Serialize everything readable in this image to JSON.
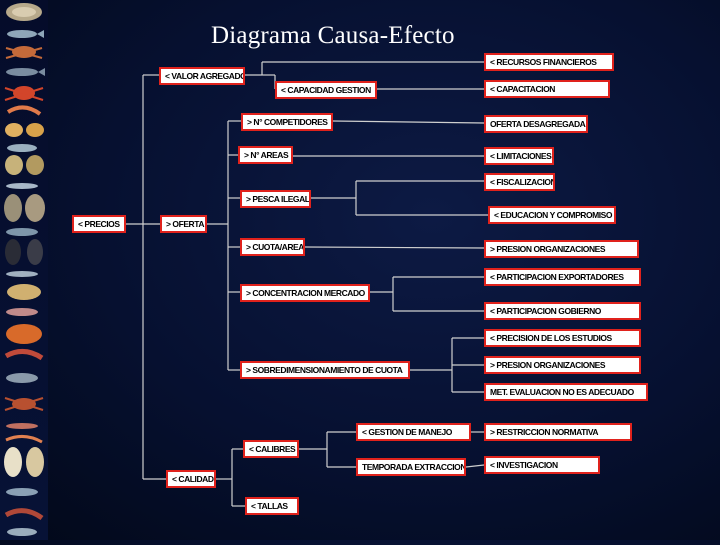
{
  "title": "Diagrama Causa-Efecto",
  "colors": {
    "background": "#061030",
    "box_fill": "#ffffff",
    "box_border": "#e0221c",
    "connector": "#cfcfcf",
    "title_text": "#ffffff"
  },
  "side_strip": {
    "description_icons": [
      "shell-icon",
      "fish-icon",
      "crab-icon",
      "fish-icon",
      "crab-icon",
      "shrimp-icon",
      "clam-icon",
      "fish-icon",
      "shell-icon",
      "fish-icon",
      "mussel-icon",
      "fish-icon",
      "oyster-icon",
      "fish-icon",
      "mussel-icon",
      "fish-icon",
      "shell-icon",
      "lobster-icon",
      "fish-icon",
      "crab-icon",
      "fish-icon",
      "shrimp-icon",
      "mussel-icon",
      "fish-icon",
      "lobster-icon"
    ]
  },
  "nodes": {
    "precios": "< PRECIOS",
    "oferta": "> OFERTA",
    "calidad": "< CALIDAD",
    "valor_agregado": "< VALOR AGREGADO",
    "capacidad_gestion": "< CAPACIDAD GESTION",
    "recursos_financieros": "< RECURSOS FINANCIEROS",
    "capacitacion": "< CAPACITACION",
    "n_competidores": "> N° COMPETIDORES",
    "oferta_desagregada": "OFERTA DESAGREGADA",
    "n_areas": "> N° AREAS",
    "limitaciones": "< LIMITACIONES",
    "fiscalizacion": "< FISCALIZACION",
    "pesca_ilegal": "> PESCA ILEGAL",
    "educacion_compromiso": "< EDUCACION Y COMPROMISO",
    "cuota_area": "> CUOTA/AREA",
    "presion_organizaciones_1": "> PRESION ORGANIZACIONES",
    "participacion_exportadores": "< PARTICIPACION EXPORTADORES",
    "concentracion_mercado": "> CONCENTRACION MERCADO",
    "participacion_gobierno": "< PARTICIPACION GOBIERNO",
    "precision_estudios": "< PRECISION DE LOS ESTUDIOS",
    "presion_organizaciones_2": "> PRESION ORGANIZACIONES",
    "sobredimensionamiento_cuota": "> SOBREDIMENSIONAMIENTO DE CUOTA",
    "met_evaluacion": "MET. EVALUACION NO ES ADECUADO",
    "calibres": "< CALIBRES",
    "gestion_manejo": "< GESTION DE MANEJO",
    "restriccion_normativa": "> RESTRICCION NORMATIVA",
    "temporada_extraccion": "TEMPORADA EXTRACCION",
    "investigacion": "< INVESTIGACION",
    "tallas": "< TALLAS"
  }
}
